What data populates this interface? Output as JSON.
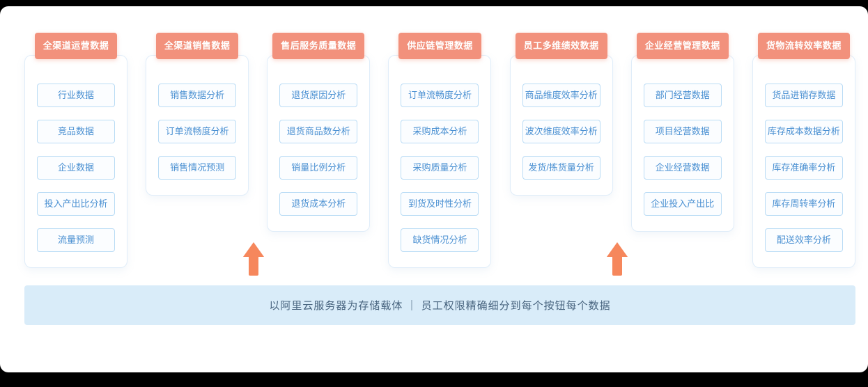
{
  "columns": [
    {
      "header": "全渠道运营数据",
      "items": [
        "行业数据",
        "竞品数据",
        "企业数据",
        "投入产出比分析",
        "流量预测"
      ]
    },
    {
      "header": "全渠道销售数据",
      "items": [
        "销售数据分析",
        "订单流畅度分析",
        "销售情况预测"
      ]
    },
    {
      "header": "售后服务质量数据",
      "items": [
        "退货原因分析",
        "退货商品数分析",
        "销量比例分析",
        "退货成本分析"
      ]
    },
    {
      "header": "供应链管理数据",
      "items": [
        "订单流畅度分析",
        "采购成本分析",
        "采购质量分析",
        "到货及时性分析",
        "缺货情况分析"
      ]
    },
    {
      "header": "员工多维绩效数据",
      "items": [
        "商品维度效率分析",
        "波次维度效率分析",
        "发货/拣货量分析"
      ]
    },
    {
      "header": "企业经营管理数据",
      "items": [
        "部门经营数据",
        "项目经营数据",
        "企业经营数据",
        "企业投入产出比"
      ]
    },
    {
      "header": "货物流转效率数据",
      "items": [
        "货品进销存数据",
        "库存成本数据分析",
        "库存准确率分析",
        "库存周转率分析",
        "配送效率分析"
      ]
    }
  ],
  "banner": {
    "text": "以阿里云服务器为存储载体  ｜  员工权限精确细分到每个按钮每个数据"
  },
  "colors": {
    "header_tag_bg": "#f2917c",
    "item_text": "#4a90d2",
    "item_border": "#badcf5",
    "item_bg": "#fbfdff",
    "card_border": "#e0edf9",
    "banner_bg": "#d9ecf9",
    "banner_text": "#47637e",
    "arrow": "#f6875c"
  }
}
